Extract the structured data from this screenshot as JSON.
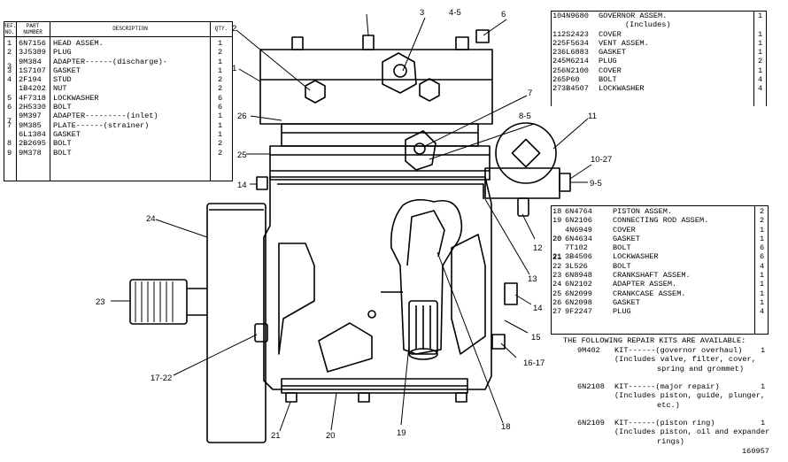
{
  "left_table": {
    "headers": {
      "ref": "REF. NO.",
      "part": "PART NUMBER",
      "desc": "DESCRIPTION",
      "qty": "QTY."
    },
    "rows": [
      {
        "ref": "1",
        "part": "6N7156",
        "desc": "HEAD ASSEM.",
        "qty": "1"
      },
      {
        "ref": "2",
        "part": "3J5389",
        "desc": "PLUG",
        "qty": "2"
      },
      {
        "ref": "",
        "part": "9M384",
        "desc": "ADAPTER------(discharge)-",
        "qty": "1"
      },
      {
        "ref": "3",
        "part": "1S7107",
        "desc": "GASKET",
        "qty": "1"
      },
      {
        "ref": "4",
        "part": "2F194",
        "desc": "STUD",
        "qty": "2"
      },
      {
        "ref": "",
        "part": "1B4202",
        "desc": "NUT",
        "qty": "2"
      },
      {
        "ref": "5",
        "part": "4F7318",
        "desc": "LOCKWASHER",
        "qty": "6"
      },
      {
        "ref": "6",
        "part": "2H5330",
        "desc": "BOLT",
        "qty": "6"
      },
      {
        "ref": "",
        "part": "9M397",
        "desc": "ADAPTER---------(inlet)",
        "qty": "1"
      },
      {
        "ref": "7",
        "part": "9M385",
        "desc": "PLATE------(strainer)",
        "qty": "1"
      },
      {
        "ref": "",
        "part": "6L1384",
        "desc": "GASKET",
        "qty": "1"
      },
      {
        "ref": "8",
        "part": "2B2695",
        "desc": "BOLT",
        "qty": "2"
      },
      {
        "ref": "9",
        "part": "9M378",
        "desc": "BOLT",
        "qty": "2"
      }
    ],
    "merged_refs": [
      {
        "label": "3",
        "row": 2.5
      },
      {
        "label": "7",
        "row": 8.5
      }
    ]
  },
  "top_right_table": {
    "rows": [
      {
        "ref": "10",
        "part": "4N9680",
        "desc": "GOVERNOR ASSEM.",
        "qty": "1"
      },
      {
        "ref": "",
        "part": "",
        "desc": "(Includes)",
        "qty": ""
      },
      {
        "ref": "11",
        "part": "2S2423",
        "desc": "COVER",
        "qty": "1"
      },
      {
        "ref": "22",
        "part": "5F5634",
        "desc": "VENT ASSEM.",
        "qty": "1"
      },
      {
        "ref": "23",
        "part": "6L6883",
        "desc": "GASKET",
        "qty": "1"
      },
      {
        "ref": "24",
        "part": "5M6214",
        "desc": "PLUG",
        "qty": "2"
      },
      {
        "ref": "25",
        "part": "6N2100",
        "desc": "COVER",
        "qty": "1"
      },
      {
        "ref": "26",
        "part": "5P60",
        "desc": "BOLT",
        "qty": "4"
      },
      {
        "ref": "27",
        "part": "3B4507",
        "desc": "LOCKWASHER",
        "qty": "4"
      }
    ]
  },
  "bottom_right_table": {
    "rows": [
      {
        "ref": "18",
        "part": "6N4764",
        "desc": "PISTON ASSEM.",
        "qty": "2"
      },
      {
        "ref": "19",
        "part": "6N2106",
        "desc": "CONNECTING ROD ASSEM.",
        "qty": "2"
      },
      {
        "ref": "",
        "part": "4N6949",
        "desc": "COVER",
        "qty": "1"
      },
      {
        "ref": "20",
        "part": "6N4634",
        "desc": "GASKET",
        "qty": "1"
      },
      {
        "ref": "",
        "part": "7T102",
        "desc": "BOLT",
        "qty": "6"
      },
      {
        "ref": "21",
        "part": "3B4506",
        "desc": "LOCKWASHER",
        "qty": "6"
      },
      {
        "ref": "22",
        "part": "3L526",
        "desc": "BOLT",
        "qty": "4"
      },
      {
        "ref": "23",
        "part": "6N8948",
        "desc": "CRANKSHAFT ASSEM.",
        "qty": "1"
      },
      {
        "ref": "24",
        "part": "6N2102",
        "desc": "ADAPTER ASSEM.",
        "qty": "1"
      },
      {
        "ref": "25",
        "part": "6N2099",
        "desc": "CRANKCASE ASSEM.",
        "qty": "1"
      },
      {
        "ref": "26",
        "part": "6N2098",
        "desc": "GASKET",
        "qty": "1"
      },
      {
        "ref": "27",
        "part": "9F2247",
        "desc": "PLUG",
        "qty": "4"
      }
    ],
    "merged_refs": [
      {
        "label": "20",
        "row": 3
      },
      {
        "label": "21",
        "row": 5
      }
    ],
    "kits_title": "THE FOLLOWING REPAIR KITS ARE AVAILABLE:",
    "kits": [
      {
        "part": "9M402",
        "lines": [
          "KIT------(governor overhaul)",
          "(Includes valve, filter, cover,",
          "spring and grommet)"
        ],
        "qty": "1"
      },
      {
        "part": "6N2108",
        "lines": [
          "KIT------(major repair)",
          "(Includes piston, guide, plunger,",
          "etc.)"
        ],
        "qty": "1"
      },
      {
        "part": "6N2109",
        "lines": [
          "KIT------(piston ring)",
          "(Includes piston, oil and expander",
          "rings)"
        ],
        "qty": "1"
      }
    ]
  },
  "callouts": [
    {
      "id": "c1",
      "label": "1"
    },
    {
      "id": "c2",
      "label": "2"
    },
    {
      "id": "c3",
      "label": "3"
    },
    {
      "id": "c45",
      "label": "4-5"
    },
    {
      "id": "c6",
      "label": "6"
    },
    {
      "id": "c7",
      "label": "7"
    },
    {
      "id": "c85",
      "label": "8-5"
    },
    {
      "id": "c11",
      "label": "11"
    },
    {
      "id": "c1027",
      "label": "10-27"
    },
    {
      "id": "c95",
      "label": "9-5"
    },
    {
      "id": "c12",
      "label": "12"
    },
    {
      "id": "c13",
      "label": "13"
    },
    {
      "id": "c14a",
      "label": "14"
    },
    {
      "id": "c14b",
      "label": "14"
    },
    {
      "id": "c15",
      "label": "15"
    },
    {
      "id": "c1617",
      "label": "16-17"
    },
    {
      "id": "c18",
      "label": "18"
    },
    {
      "id": "c19",
      "label": "19"
    },
    {
      "id": "c20",
      "label": "20"
    },
    {
      "id": "c21",
      "label": "21"
    },
    {
      "id": "c1722",
      "label": "17-22"
    },
    {
      "id": "c23",
      "label": "23"
    },
    {
      "id": "c24",
      "label": "24"
    },
    {
      "id": "c25",
      "label": "25"
    },
    {
      "id": "c26",
      "label": "26"
    }
  ],
  "figure_id": "160957"
}
